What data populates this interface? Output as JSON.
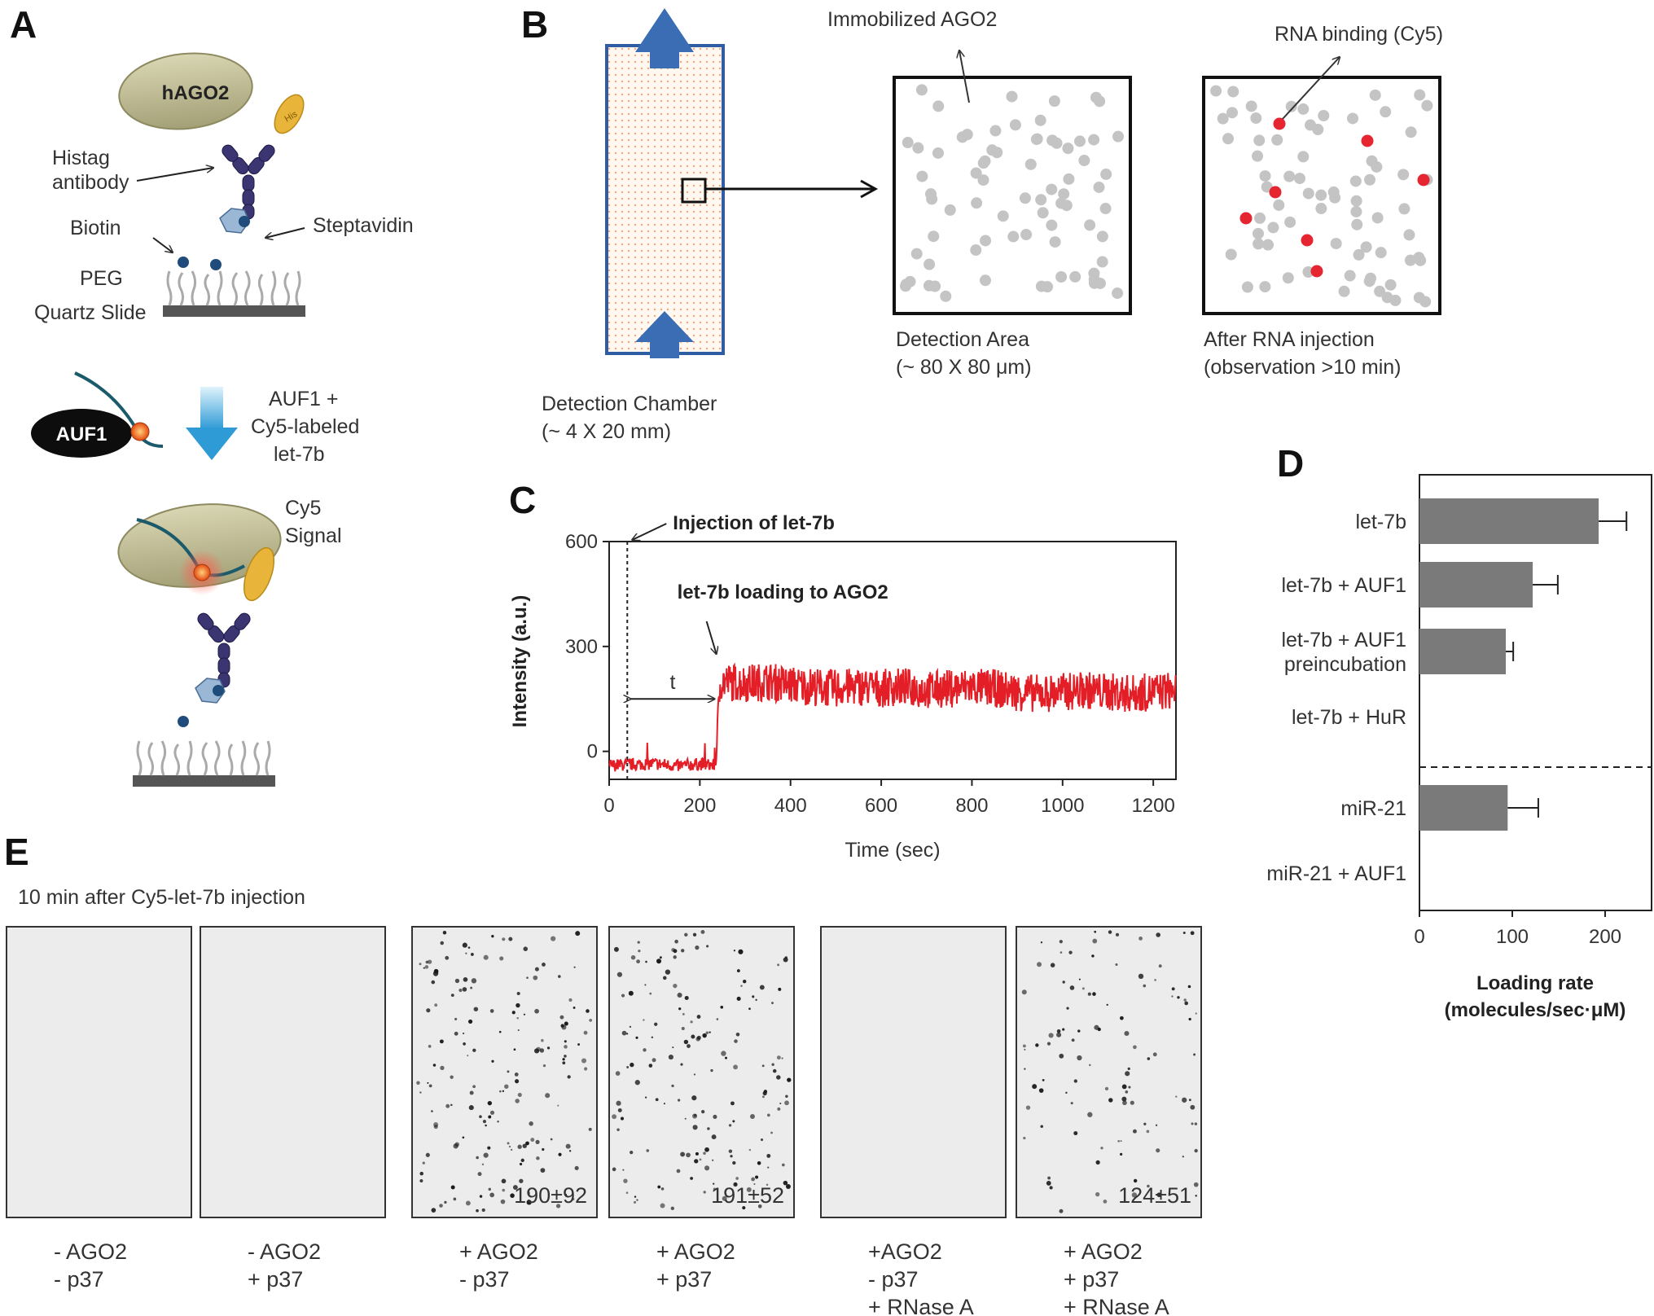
{
  "panel_letters": [
    "A",
    "B",
    "C",
    "D",
    "E"
  ],
  "panel_a": {
    "hago2": "hAGO2",
    "his": "His",
    "histag": "Histag",
    "antibody": "antibody",
    "biotin": "Biotin",
    "streptavidin": "Steptavidin",
    "peg": "PEG",
    "quartz": "Quartz Slide",
    "auf1": "AUF1",
    "step_lines": [
      "AUF1 +",
      "Cy5-labeled",
      "let-7b"
    ],
    "cy5_lines": [
      "Cy5",
      "Signal"
    ]
  },
  "panel_b": {
    "immobilized": "Immobilized AGO2",
    "rna_binding": "RNA binding (Cy5)",
    "chamber_lines": [
      "Detection Chamber",
      "(~ 4 X 20 mm)"
    ],
    "area_lines": [
      "Detection Area",
      "(~ 80 X 80 μm)"
    ],
    "after_lines": [
      "After RNA injection",
      "(observation  >10 min)"
    ],
    "colors": {
      "agos": "#c4c4c4",
      "rna": "#e52530",
      "arrow": "#3a6db3"
    }
  },
  "panel_e": {
    "subtitle": "10 min after Cy5-let-7b injection",
    "images": [
      {
        "count": "",
        "conditions": [
          "- AGO2",
          "- p37"
        ]
      },
      {
        "count": "",
        "conditions": [
          "- AGO2",
          "+ p37"
        ]
      },
      {
        "count": "190±92",
        "conditions": [
          "+ AGO2",
          "- p37"
        ]
      },
      {
        "count": "191±52",
        "conditions": [
          "+ AGO2",
          "+ p37"
        ]
      },
      {
        "count": "",
        "conditions": [
          "+AGO2",
          "- p37",
          "+ RNase A"
        ]
      },
      {
        "count": "124±51",
        "conditions": [
          "+ AGO2",
          "+ p37",
          "+ RNase A"
        ]
      }
    ]
  },
  "chart_data": [
    {
      "type": "line",
      "panel": "C",
      "title": "",
      "xlabel": "Time (sec)",
      "ylabel": "Intensity (a.u.)",
      "xlim": [
        0,
        1250
      ],
      "ylim": [
        -80,
        600
      ],
      "xticks": [
        0,
        200,
        400,
        600,
        800,
        1000,
        1200
      ],
      "yticks": [
        0,
        300,
        600
      ],
      "series": [
        {
          "color": "#e41e26",
          "x": [
            0,
            50,
            100,
            150,
            200,
            235,
            245,
            300,
            350,
            400,
            450,
            500,
            550,
            600,
            650,
            700,
            750,
            800,
            850,
            900,
            950,
            1000,
            1050,
            1100,
            1150,
            1200,
            1250
          ],
          "y": [
            -40,
            -38,
            -35,
            -42,
            -36,
            -40,
            200,
            195,
            200,
            190,
            185,
            180,
            185,
            180,
            185,
            175,
            180,
            185,
            180,
            170,
            165,
            170,
            175,
            170,
            165,
            170,
            175
          ]
        }
      ],
      "annotations": [
        {
          "text": "Injection of let-7b",
          "x": 40
        },
        {
          "text": "let-7b loading to AGO2",
          "x": 240
        },
        {
          "text": "t",
          "x_start": 40,
          "x_end": 240
        }
      ],
      "grid": false
    },
    {
      "type": "bar",
      "panel": "D",
      "orientation": "horizontal",
      "categories": [
        "let-7b",
        "let-7b + AUF1",
        "let-7b + AUF1 preincubation",
        "let-7b + HuR",
        "miR-21",
        "miR-21 + AUF1"
      ],
      "category_lines": [
        [
          "let-7b"
        ],
        [
          "let-7b + AUF1"
        ],
        [
          "let-7b + AUF1",
          "preincubation"
        ],
        [
          "let-7b + HuR"
        ],
        [
          "miR-21"
        ],
        [
          "miR-21 + AUF1"
        ]
      ],
      "values": [
        193,
        122,
        93,
        0,
        95,
        0
      ],
      "errors": [
        30,
        27,
        8,
        0,
        33,
        0
      ],
      "xlabel_lines": [
        "Loading rate",
        "(molecules/sec·μM)"
      ],
      "xlim": [
        0,
        250
      ],
      "xticks": [
        0,
        100,
        200
      ],
      "bar_color": "#7a7a7a",
      "separator_after": "let-7b + HuR"
    }
  ]
}
